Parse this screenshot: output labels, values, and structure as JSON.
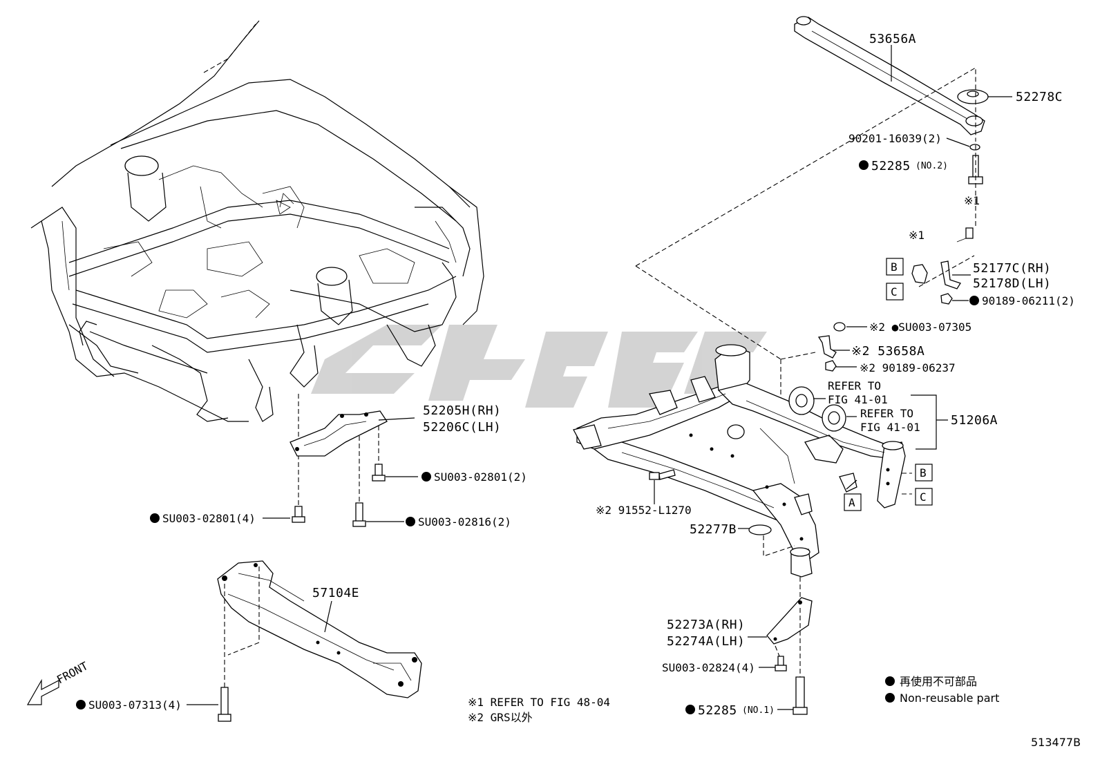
{
  "labels": {
    "p53656A": "53656A",
    "p52278C": "52278C",
    "p90201": "90201-16039(2)",
    "p52285_no2": "52285",
    "no2": "(NO.2)",
    "mark1_top": "※1",
    "mark1_left": "※1",
    "p52177C": "52177C(RH)",
    "p52178D": "52178D(LH)",
    "p90189_06211": "90189-06211(2)",
    "p_su07305": "※2 ●SU003-07305",
    "p53658A": "※2 53658A",
    "p90189_06237": "※2 90189-06237",
    "refer1_a": "REFER TO",
    "refer1_b": "FIG 41-01",
    "refer2_a": "REFER TO",
    "refer2_b": "FIG 41-01",
    "p51206A": "51206A",
    "p52205H": "52205H(RH)",
    "p52206C": "52206C(LH)",
    "p_su02801_2": "SU003-02801(2)",
    "p_su02801_4": "SU003-02801(4)",
    "p_su02816": "SU003-02816(2)",
    "p91552": "※2 91552-L1270",
    "p52277B": "52277B",
    "p57104E": "57104E",
    "p52273A": "52273A(RH)",
    "p52274A": "52274A(LH)",
    "p_su02824": "SU003-02824(4)",
    "p52285_no1": "52285",
    "no1": "(NO.1)",
    "p_su07313": "SU003-07313(4)",
    "front": "FRONT",
    "note1": "※1  REFER TO FIG 48-04",
    "note2": "※2  GRS以外",
    "legend_jp": "再使用不可部品",
    "legend_en": "Non-reusable part",
    "ref_code": "513477B",
    "box_b1": "B",
    "box_c1": "C",
    "box_a": "A",
    "box_b2": "B",
    "box_c2": "C"
  }
}
